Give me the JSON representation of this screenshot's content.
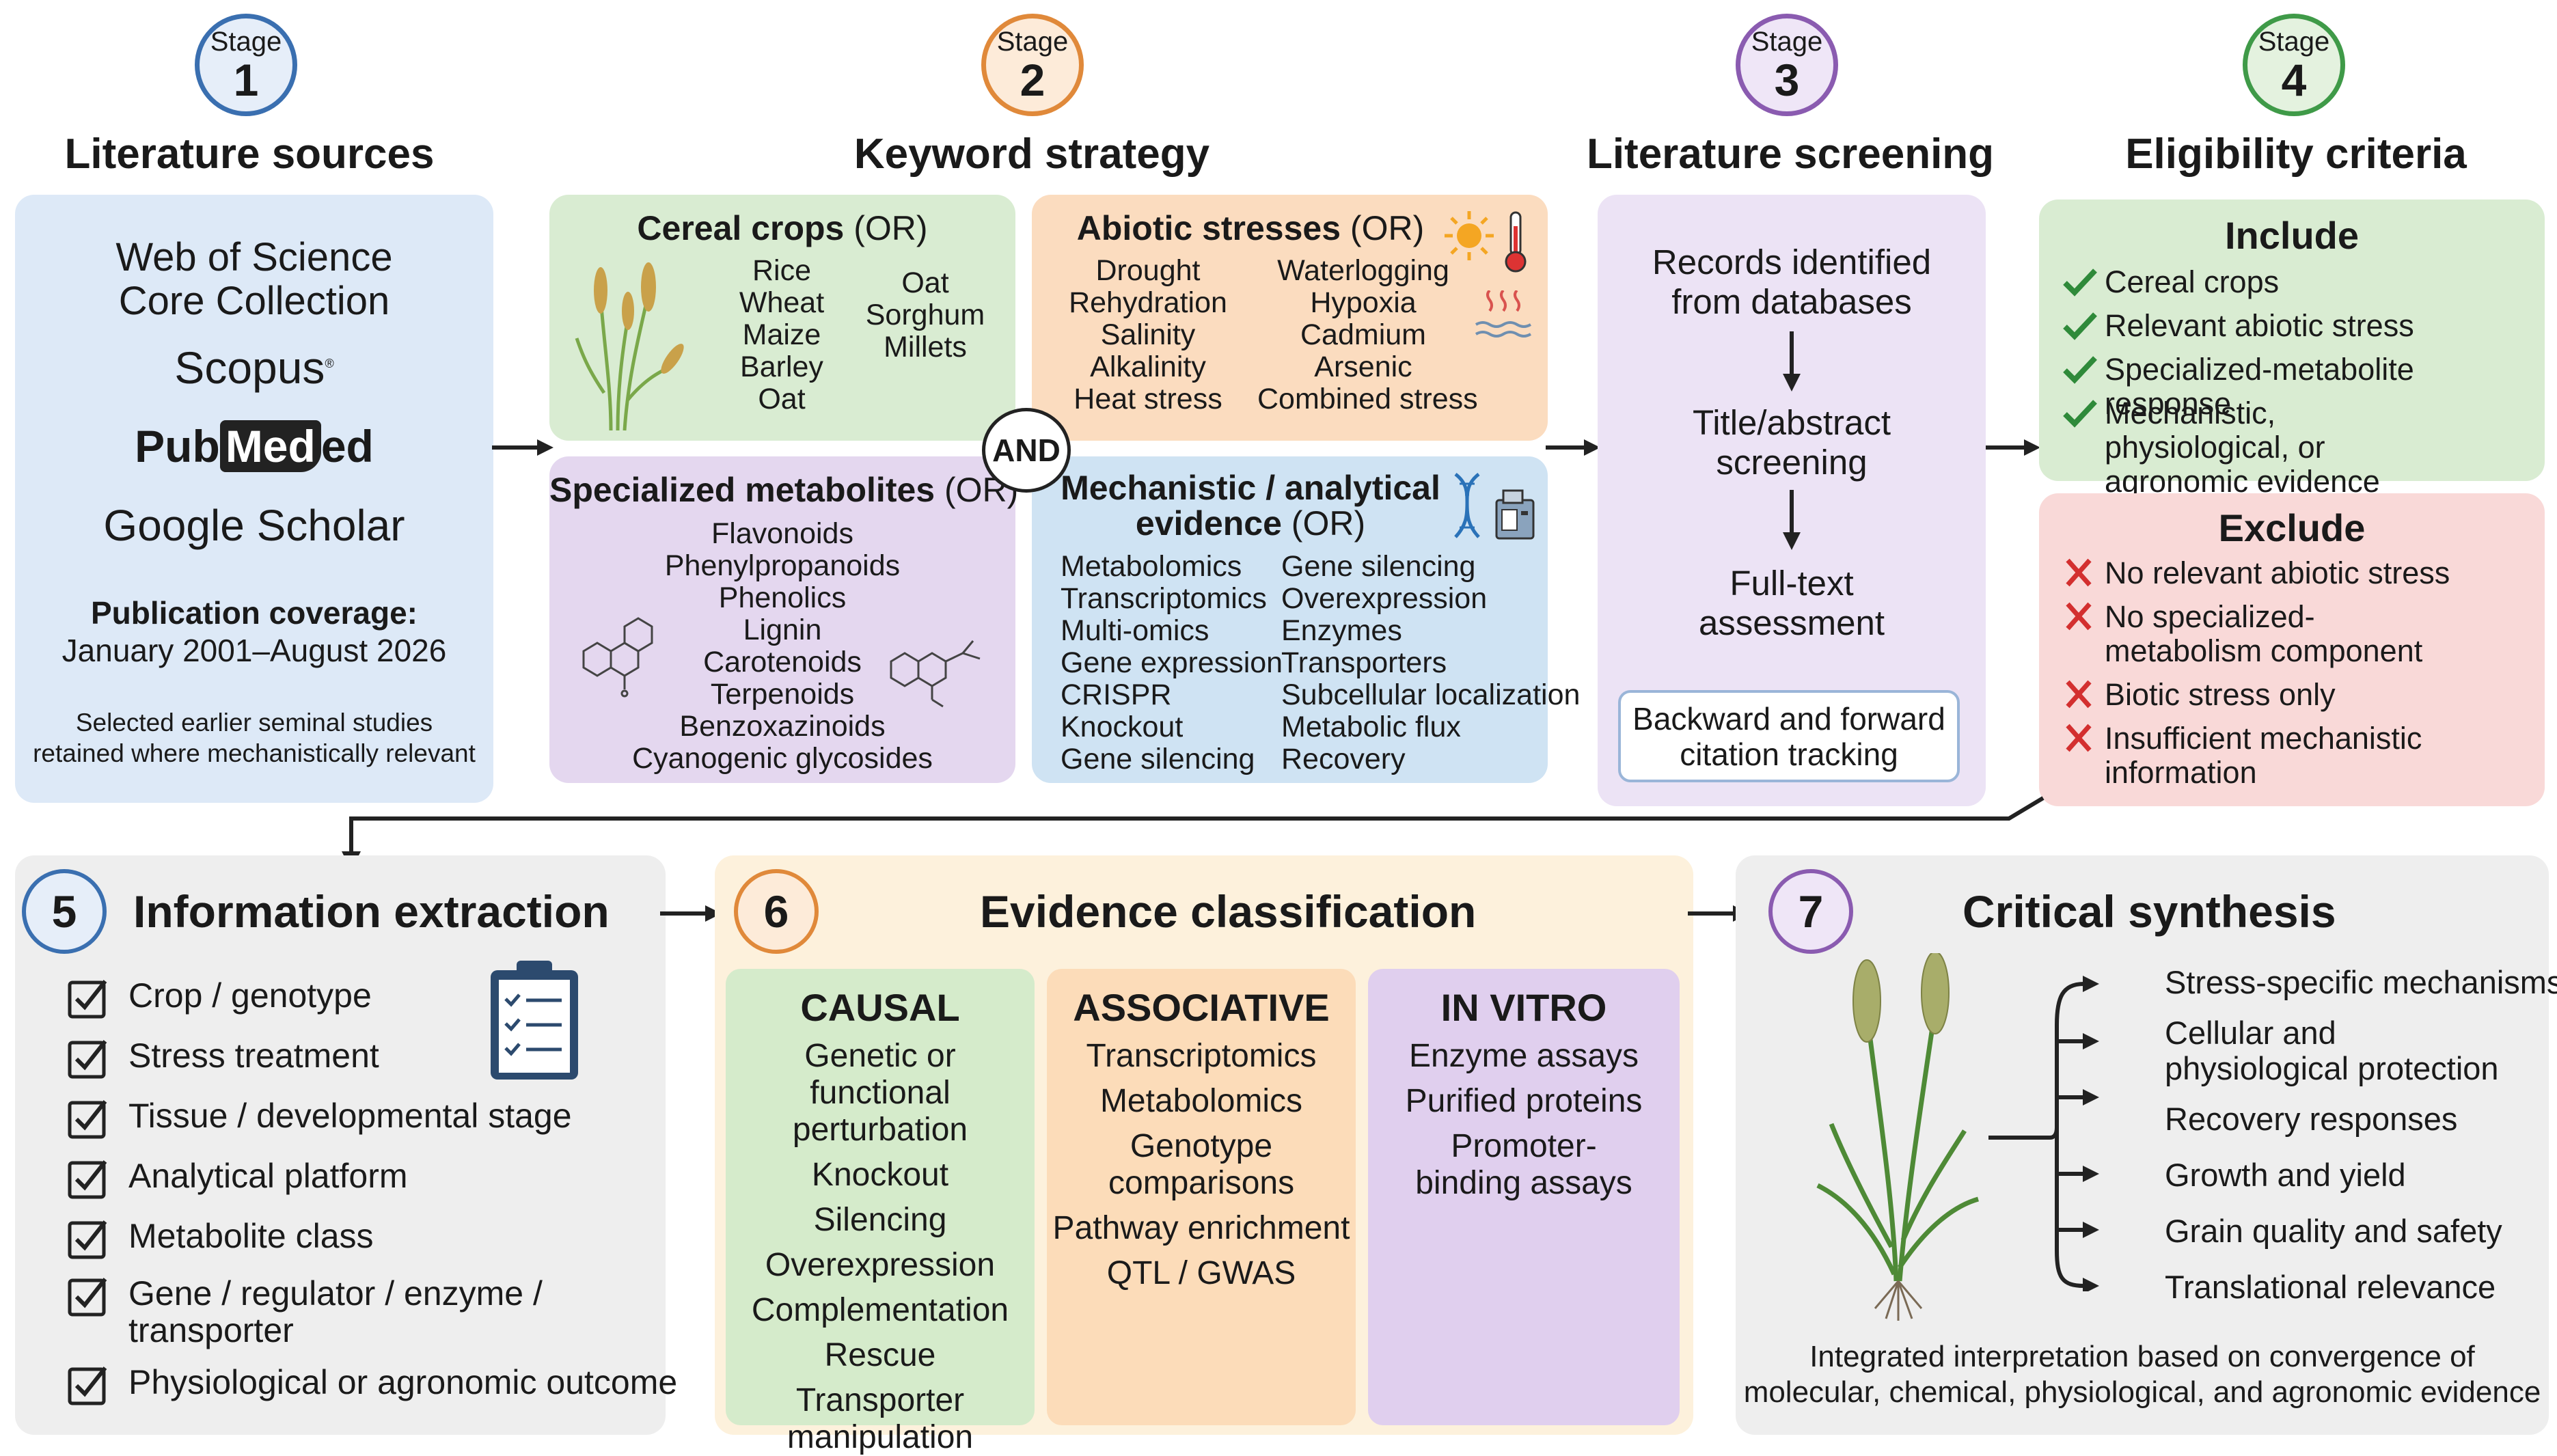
{
  "stages": [
    {
      "word": "Stage",
      "num": "1",
      "title": "Literature sources",
      "color": "#3a6fb0"
    },
    {
      "word": "Stage",
      "num": "2",
      "title": "Keyword strategy",
      "color": "#e0893a"
    },
    {
      "word": "Stage",
      "num": "3",
      "title": "Literature screening",
      "color": "#8a5bb0"
    },
    {
      "word": "Stage",
      "num": "4",
      "title": "Eligibility criteria",
      "color": "#3f9a48"
    }
  ],
  "sources": {
    "wos": [
      "Web of Science",
      "Core Collection"
    ],
    "scopus": "Scopus",
    "pubmed_a": "Pub",
    "pubmed_b": "Med",
    "pubmed_c": "ed",
    "scholar": "Google Scholar",
    "coverage_title": "Publication coverage:",
    "coverage_range": "January 2001–August 2026",
    "note": [
      "Selected earlier seminal studies",
      "retained where mechanistically relevant"
    ]
  },
  "keywords": {
    "and_label": "AND",
    "cereal": {
      "title": "Cereal crops",
      "or": " (OR)",
      "col1": [
        "Rice",
        "Wheat",
        "Maize",
        "Barley",
        "Oat"
      ],
      "col2": [
        "Oat",
        "Sorghum",
        "Millets"
      ]
    },
    "abiotic": {
      "title": "Abiotic stresses",
      "or": " (OR)",
      "col1": [
        "Drought",
        "Rehydration",
        "Salinity",
        "Alkalinity",
        "Heat stress"
      ],
      "col2": [
        "Waterlogging",
        "Hypoxia",
        "Cadmium",
        "Arsenic",
        "Combined stress"
      ]
    },
    "metabolites": {
      "title": "Specialized metabolites",
      "or": " (OR)",
      "items": [
        "Flavonoids",
        "Phenylpropanoids",
        "Phenolics",
        "Lignin",
        "Carotenoids",
        "Terpenoids",
        "Benzoxazinoids",
        "Cyanogenic glycosides"
      ]
    },
    "mechanistic": {
      "title1": "Mechanistic / analytical",
      "title2": "evidence",
      "or": " (OR)",
      "col1": [
        "Metabolomics",
        "Transcriptomics",
        "Multi-omics",
        "Gene expression",
        "CRISPR",
        "Knockout",
        "Gene silencing"
      ],
      "col2": [
        "Gene silencing",
        "Overexpression",
        "Enzymes",
        "Transporters",
        "Subcellular localization",
        "Metabolic flux",
        "Recovery"
      ]
    }
  },
  "screening": {
    "step1": [
      "Records identified",
      "from databases"
    ],
    "step2": [
      "Title/abstract",
      "screening"
    ],
    "step3": [
      "Full-text",
      "assessment"
    ],
    "citation": [
      "Backward and forward",
      "citation tracking"
    ]
  },
  "eligibility": {
    "include_title": "Include",
    "include": [
      "Cereal crops",
      "Relevant abiotic stress",
      "Specialized-metabolite response",
      "Mechanistic, physiological, or agronomic evidence"
    ],
    "exclude_title": "Exclude",
    "exclude": [
      "No relevant abiotic stress",
      "No specialized-metabolism component",
      "Biotic stress only",
      "Insufficient mechanistic information"
    ]
  },
  "extraction": {
    "num": "5",
    "title": "Information extraction",
    "items": [
      "Crop / genotype",
      "Stress treatment",
      "Tissue / developmental stage",
      "Analytical platform",
      "Metabolite class",
      "Gene / regulator / enzyme / transporter",
      "Physiological or agronomic outcome"
    ]
  },
  "classification": {
    "num": "6",
    "title": "Evidence classification",
    "causal": {
      "title": "CAUSAL",
      "items": [
        "Genetic or functional perturbation",
        "Knockout",
        "Silencing",
        "Overexpression",
        "Complementation",
        "Rescue",
        "Transporter manipulation"
      ]
    },
    "associative": {
      "title": "ASSOCIATIVE",
      "items": [
        "Transcriptomics",
        "Metabolomics",
        "Genotype comparisons",
        "Pathway enrichment",
        "QTL / GWAS"
      ]
    },
    "invitro": {
      "title": "IN VITRO",
      "items": [
        "Enzyme assays",
        "Purified proteins",
        "Promoter-binding assays"
      ]
    }
  },
  "synthesis": {
    "num": "7",
    "title": "Critical synthesis",
    "items": [
      "Stress-specific mechanisms",
      "Cellular and physiological protection",
      "Recovery responses",
      "Growth and yield",
      "Grain quality and safety",
      "Translational relevance"
    ],
    "footer": [
      "Integrated interpretation based on convergence of",
      "molecular, chemical, physiological, and agronomic evidence"
    ]
  },
  "colors": {
    "blue_bg": "#dde9f7",
    "green_bg": "#d9ecd2",
    "orange_bg": "#fbdcbf",
    "purple_bg": "#e4d7ef",
    "lightblue_bg": "#cfe3f3",
    "lavender_bg": "#ece3f5",
    "red_bg": "#f9d9d8",
    "gray_bg": "#eeeeee",
    "cream_bg": "#fdf1dc",
    "check": "#2f8a3a",
    "cross": "#d32f2f"
  }
}
